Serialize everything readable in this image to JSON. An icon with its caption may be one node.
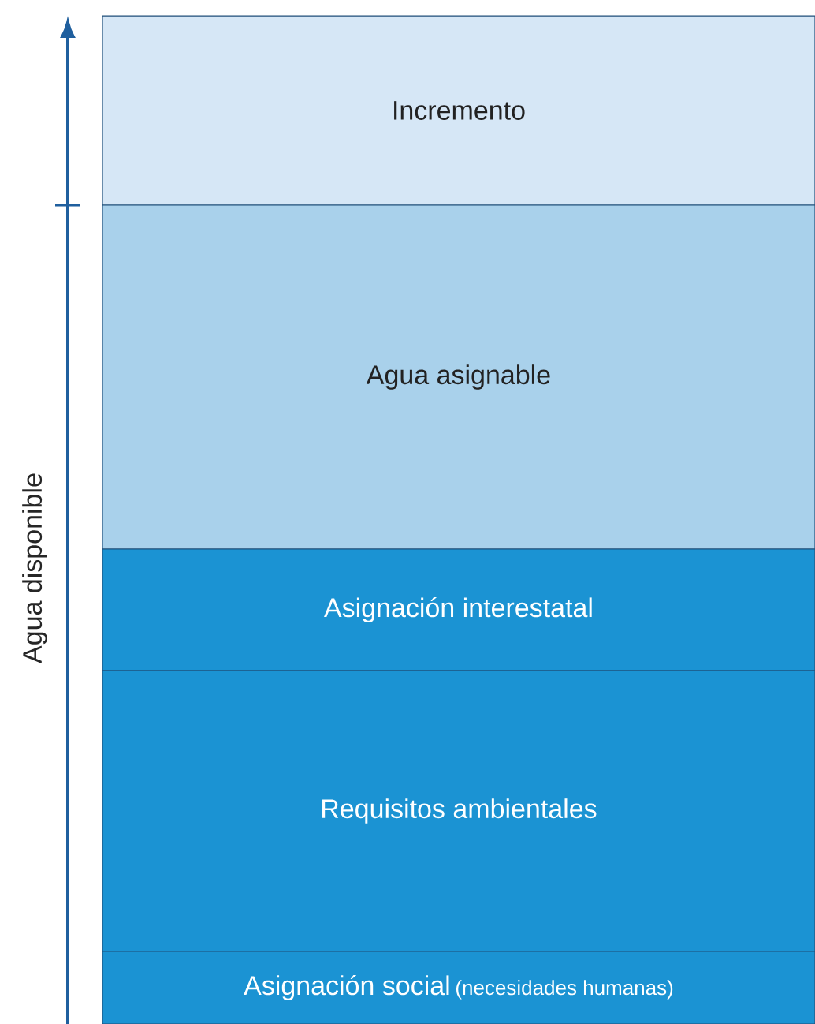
{
  "diagram": {
    "nodes": [
      {
        "text": [
          "Incremento"
        ]
      },
      {
        "text": [
          "Agua asignable"
        ]
      },
      {
        "text": [
          "Asignación interestatal"
        ]
      },
      {
        "text": [
          "Requisitos ambientales"
        ]
      },
      {
        "text": [
          "Asignación social",
          "(necesidades humanas)"
        ]
      }
    ],
    "labels": [
      "Agua disponible"
    ]
  }
}
